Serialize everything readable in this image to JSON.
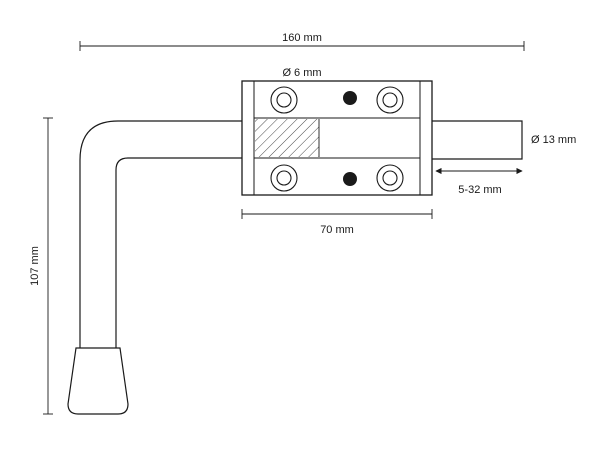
{
  "dimensions": {
    "total_length": "160 mm",
    "hole_diameter": "Ø 6 mm",
    "bolt_diameter": "Ø 13 mm",
    "stroke": "5-32 mm",
    "bracket_width": "70 mm",
    "height": "107 mm"
  },
  "colors": {
    "line": "#1a1a1a",
    "background": "#ffffff",
    "handle_grip": "#ffffff",
    "rivet_fill": "#1a1a1a"
  }
}
